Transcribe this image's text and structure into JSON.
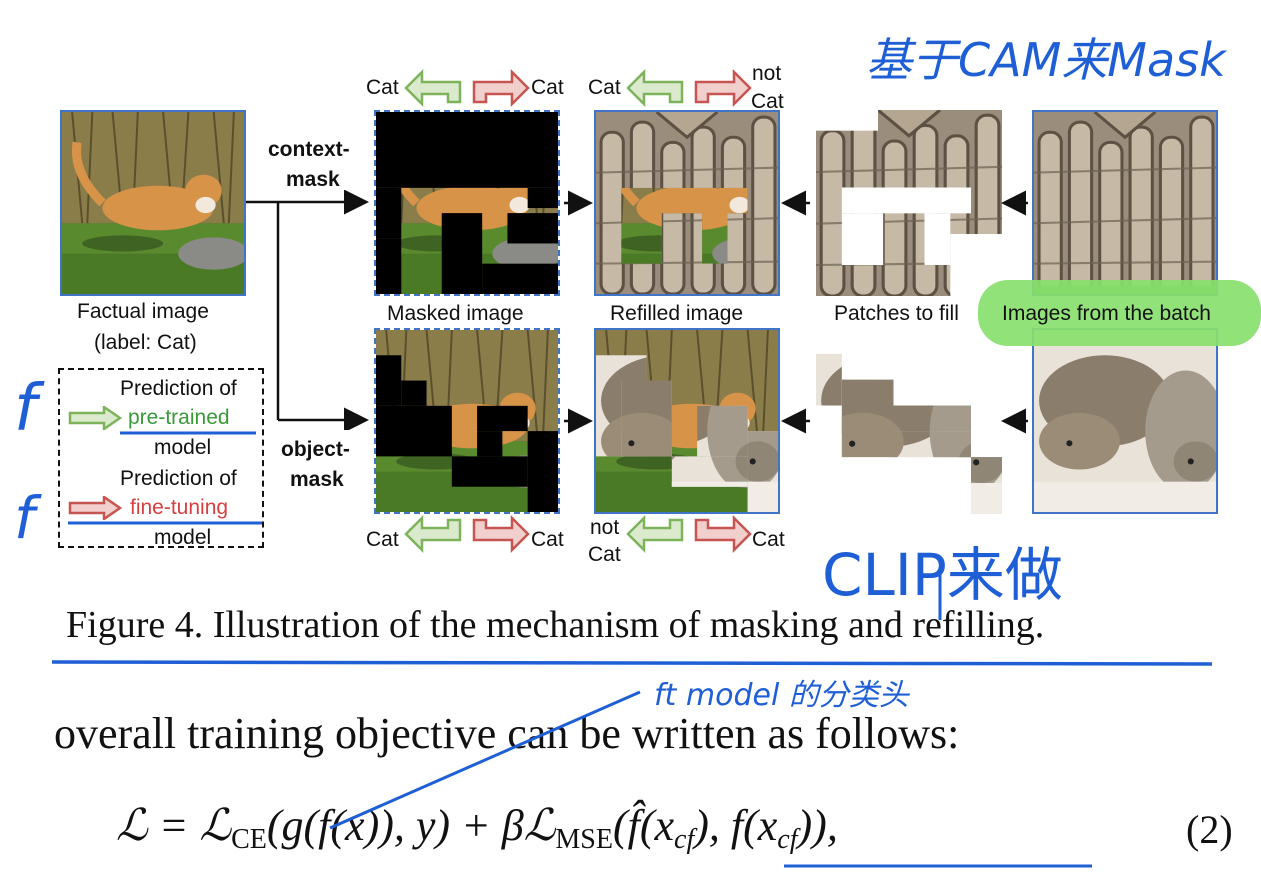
{
  "figure": {
    "factual_caption_line1": "Factual image",
    "factual_caption_line2": "(label: Cat)",
    "context_mask_line1": "context-",
    "context_mask_line2": "mask",
    "object_mask_line1": "object-",
    "object_mask_line2": "mask",
    "masked_caption": "Masked image",
    "refilled_caption": "Refilled image",
    "patches_caption": "Patches to fill",
    "batch_caption": "Images from the batch",
    "top_masked_green": "Cat",
    "top_masked_red": "Cat",
    "top_refilled_green": "Cat",
    "top_refilled_red_line1": "not",
    "top_refilled_red_line2": "Cat",
    "bot_masked_green": "Cat",
    "bot_masked_red": "Cat",
    "bot_refilled_green_line1": "not",
    "bot_refilled_green_line2": "Cat",
    "bot_refilled_red": "Cat",
    "legend": {
      "pred_of_1": "Prediction of",
      "pretrained": "pre-trained",
      "model_1": "model",
      "pred_of_2": "Prediction of",
      "finetuning": "fine-tuning",
      "model_2": "model"
    },
    "caption": "Figure 4. Illustration of the mechanism of masking and refilling."
  },
  "body_text": "overall training objective can be written as follows:",
  "equation": {
    "lhs": "ℒ = ℒ",
    "ce_sub": "CE",
    "part1": "(g(f(x)), y) + βℒ",
    "mse_sub": "MSE",
    "part2a": "(",
    "fhat": "f̂",
    "part2b": "(x",
    "cf_sub_1": "cf",
    "part2c": "), f(x",
    "cf_sub_2": "cf",
    "part2d": ")),",
    "number": "(2)"
  },
  "annotations": {
    "top_right": "基于CAM来Mask",
    "mid_right": "CLIP来做",
    "ft_model": "ft model 的分类头",
    "left_f1": "f",
    "left_f2": "f"
  },
  "colors": {
    "frame_blue": "#3f74c6",
    "arrow_green": "#7db35a",
    "arrow_red": "#c65450",
    "ink_blue": "#1f5fd6",
    "highlight_green": "#88e06c",
    "pretrained_text": "#3a9a3a",
    "finetuning_text": "#d64040"
  }
}
